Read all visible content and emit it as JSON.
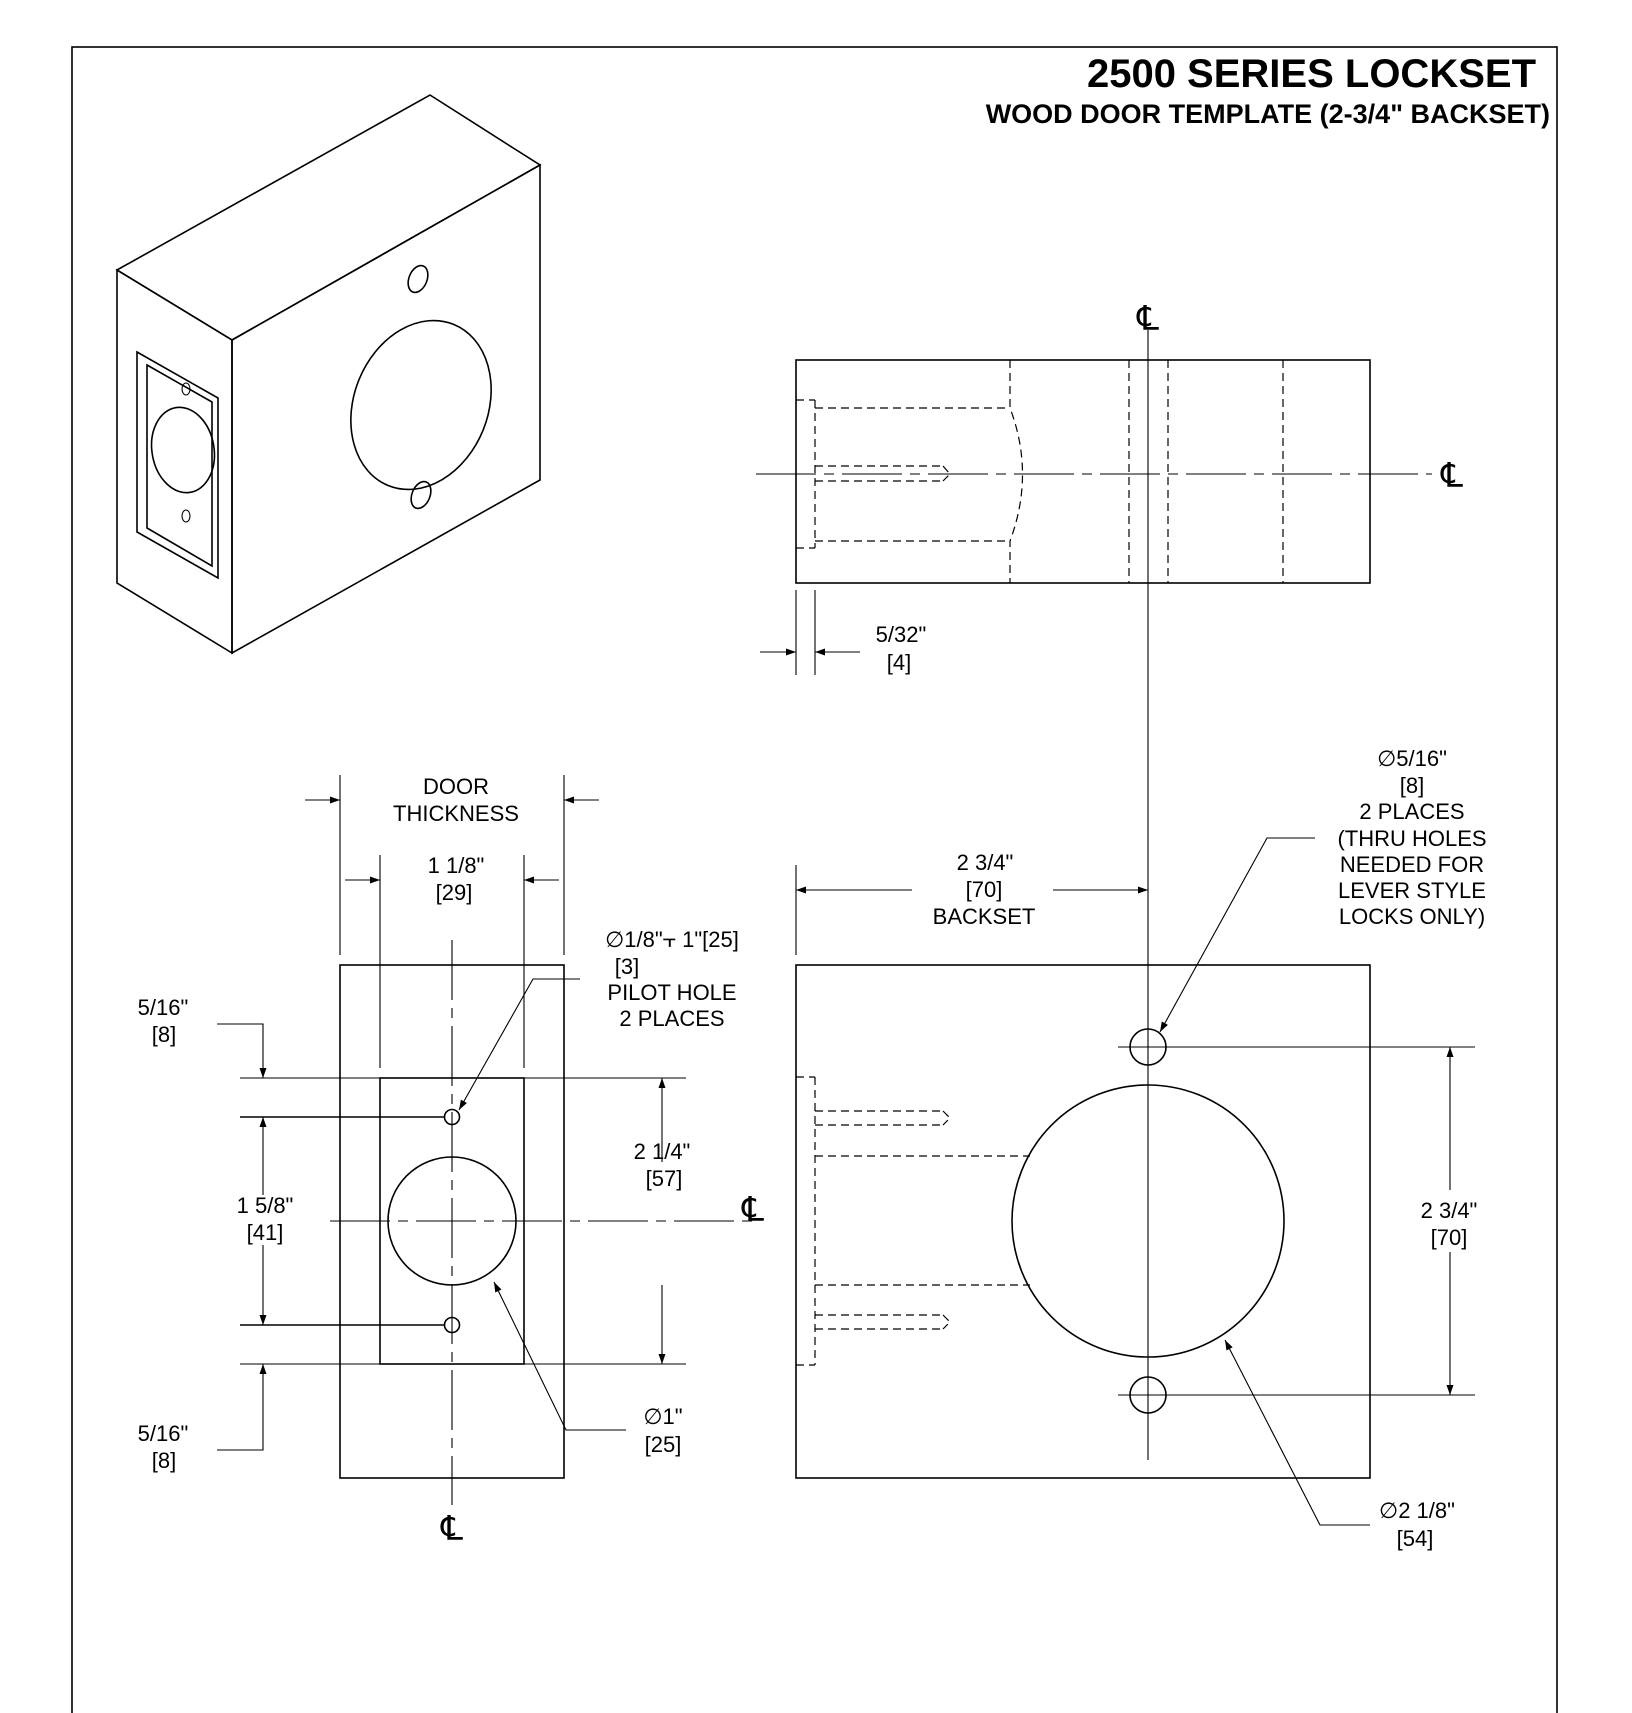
{
  "title": {
    "main": "2500 SERIES LOCKSET",
    "sub": "WOOD DOOR TEMPLATE (2-3/4\" BACKSET)"
  },
  "centerline_symbol": "℄",
  "dimensions": {
    "edge_setback": {
      "value": "5/32\"",
      "metric": "[4]"
    },
    "door_thickness": {
      "line1": "DOOR",
      "line2": "THICKNESS"
    },
    "faceplate_width": {
      "value": "1 1/8\"",
      "metric": "[29]"
    },
    "backset": {
      "value": "2 3/4\"",
      "metric": "[70]",
      "label": "BACKSET"
    },
    "through_holes": {
      "value": "∅5/16\"",
      "metric": "[8]",
      "count": "2 PLACES",
      "note_lines": [
        "(THRU HOLES",
        "NEEDED FOR",
        "LEVER STYLE",
        "LOCKS ONLY)"
      ]
    },
    "pilot_hole": {
      "value": "∅1/8\"⫟ 1\"[25]",
      "metric": "[3]",
      "label": "PILOT HOLE",
      "count": "2 PLACES"
    },
    "top_offset": {
      "value": "5/16\"",
      "metric": "[8]"
    },
    "hole_spacing": {
      "value": "1 5/8\"",
      "metric": "[41]"
    },
    "bottom_offset": {
      "value": "5/16\"",
      "metric": "[8]"
    },
    "faceplate_height": {
      "value": "2 1/4\"",
      "metric": "[57]"
    },
    "latch_bore": {
      "value": "∅1\"",
      "metric": "[25]"
    },
    "hole_centers": {
      "value": "2 3/4\"",
      "metric": "[70]"
    },
    "cross_bore": {
      "value": "∅2 1/8\"",
      "metric": "[54]"
    }
  }
}
